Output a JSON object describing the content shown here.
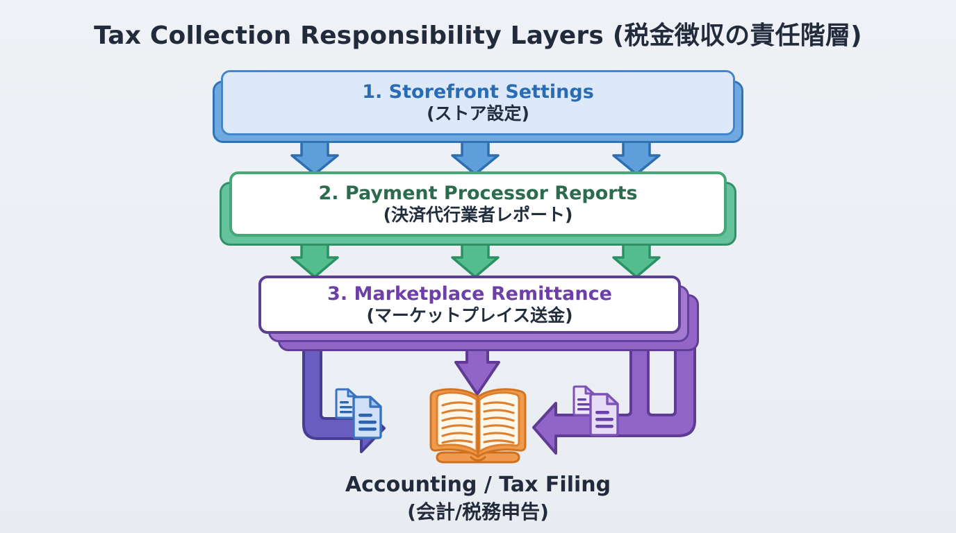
{
  "title": "Tax Collection Responsibility Layers (税金徴収の責任階層)",
  "layers": [
    {
      "heading": "1. Storefront Settings",
      "subtitle": "(ストア設定)"
    },
    {
      "heading": "2. Payment Processor Reports",
      "subtitle": "(決済代行業者レポート)"
    },
    {
      "heading": "3. Marketplace Remittance",
      "subtitle": "(マーケットプレイス送金)"
    }
  ],
  "output_label": {
    "heading": "Accounting / Tax Filing",
    "subtitle": "(会計/税務申告)"
  },
  "icons": {
    "book": "open-book-icon",
    "docs_left": "documents-icon-blue",
    "docs_right": "documents-icon-purple"
  },
  "colors": {
    "background": "#edeff3",
    "title_text": "#212b3b",
    "layer1_accent": "#2a6cb3",
    "layer1_fill": "#dde9f9",
    "layer1_border": "#4286cc",
    "layer1_back": "#6fa9e0",
    "layer2_accent": "#2c6b4e",
    "layer2_fill": "#fdfefd",
    "layer2_border": "#46a878",
    "layer2_back": "#66c29b",
    "layer3_accent": "#6d3fa8",
    "layer3_fill": "#ffffff",
    "layer3_border": "#5b3f93",
    "layer3_back": "#9265c7",
    "arrow_blue_fill": "#5d9edb",
    "arrow_blue_stroke": "#2d6eb0",
    "arrow_green_fill": "#54bd8e",
    "arrow_green_stroke": "#2a9164",
    "arrow_purple_fill": "#9164c8",
    "arrow_purple_stroke": "#5f3b94",
    "arrow_indigo_fill": "#6a5dbf",
    "arrow_indigo_stroke": "#473d92",
    "doc_blue_fill": "#cfe0f7",
    "doc_blue_stroke": "#3a72c2",
    "doc_purple_fill": "#e7dcf6",
    "doc_purple_stroke": "#7c52b8",
    "book_stroke": "#dd8030",
    "book_page_fill": "#fdf7ec",
    "book_cover_fill": "#f09a4d"
  }
}
